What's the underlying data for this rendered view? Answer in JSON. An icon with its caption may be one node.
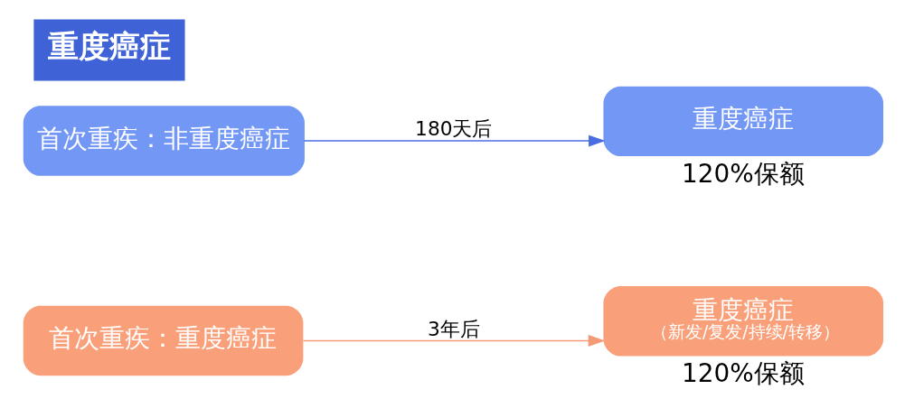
{
  "diagram": {
    "title": "重度癌症",
    "nodes": [
      {
        "text": [
          "首次重疾：重度癌症"
        ]
      },
      {
        "text": [
          "重度癌症",
          "（新发/复发/持续/转移）"
        ],
        "beside": [
          "120%保额"
        ]
      },
      {
        "text": [
          "首次重疾：非重度癌症"
        ]
      },
      {
        "text": [
          "重度癌症"
        ],
        "beside": [
          "120%保额"
        ]
      }
    ],
    "edges": [
      {
        "from": 0,
        "to": 1,
        "arrow": "to",
        "label": "3年后",
        "color": "#f59a76"
      },
      {
        "from": 2,
        "to": 3,
        "arrow": "to",
        "label": "180天后",
        "color": "#4a6ee0"
      }
    ]
  }
}
